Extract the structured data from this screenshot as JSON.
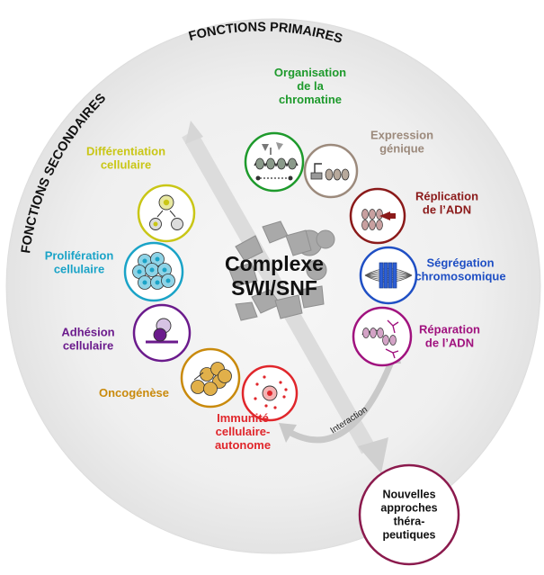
{
  "title": {
    "primary": "FONCTIONS PRIMAIRES",
    "secondary": "FONCTIONS SECONDAIRES"
  },
  "center": {
    "line1": "Complexe",
    "line2": "SWI/SNF"
  },
  "primary_functions": [
    {
      "key": "chromatin",
      "lines": [
        "Organisation",
        "de la",
        "chromatine"
      ],
      "color": "#1e9a2c",
      "icon": "chromatin-organisation-icon"
    },
    {
      "key": "expression",
      "lines": [
        "Expression",
        "génique"
      ],
      "color": "#9c8a7c",
      "icon": "gene-expression-icon"
    },
    {
      "key": "replication",
      "lines": [
        "Réplication",
        "de l’ADN"
      ],
      "color": "#8b1a1a",
      "icon": "dna-replication-icon"
    },
    {
      "key": "segregation",
      "lines": [
        "Ségrégation",
        "chromosomique"
      ],
      "color": "#1f4fc4",
      "icon": "chromosome-segregation-icon"
    },
    {
      "key": "repair",
      "lines": [
        "Réparation",
        "de l’ADN"
      ],
      "color": "#a0127e",
      "icon": "dna-repair-icon"
    }
  ],
  "secondary_functions": [
    {
      "key": "differentiation",
      "lines": [
        "Différentiation",
        "cellulaire"
      ],
      "color": "#c9c616",
      "icon": "cell-differentiation-icon"
    },
    {
      "key": "proliferation",
      "lines": [
        "Prolifération",
        "cellulaire"
      ],
      "color": "#1aa3c7",
      "icon": "cell-proliferation-icon"
    },
    {
      "key": "adhesion",
      "lines": [
        "Adhésion",
        "cellulaire"
      ],
      "color": "#6b1b8c",
      "icon": "cell-adhesion-icon"
    },
    {
      "key": "oncogenesis",
      "lines": [
        "Oncogénèse"
      ],
      "color": "#c98a0c",
      "icon": "oncogenesis-icon"
    },
    {
      "key": "immunity",
      "lines": [
        "Immunité",
        "cellulaire-",
        "autonome"
      ],
      "color": "#e0262b",
      "icon": "cell-autonomous-immunity-icon"
    }
  ],
  "interaction_label": "Interaction",
  "therapy": {
    "lines": [
      "Nouvelles",
      "approches",
      "théra-",
      "peutiques"
    ],
    "color": "#8b1a4d"
  },
  "colors": {
    "background_disc": "#eeeeee",
    "arrow_gray": "#d4d4d4",
    "complex_gray": "#a8a8a8"
  }
}
